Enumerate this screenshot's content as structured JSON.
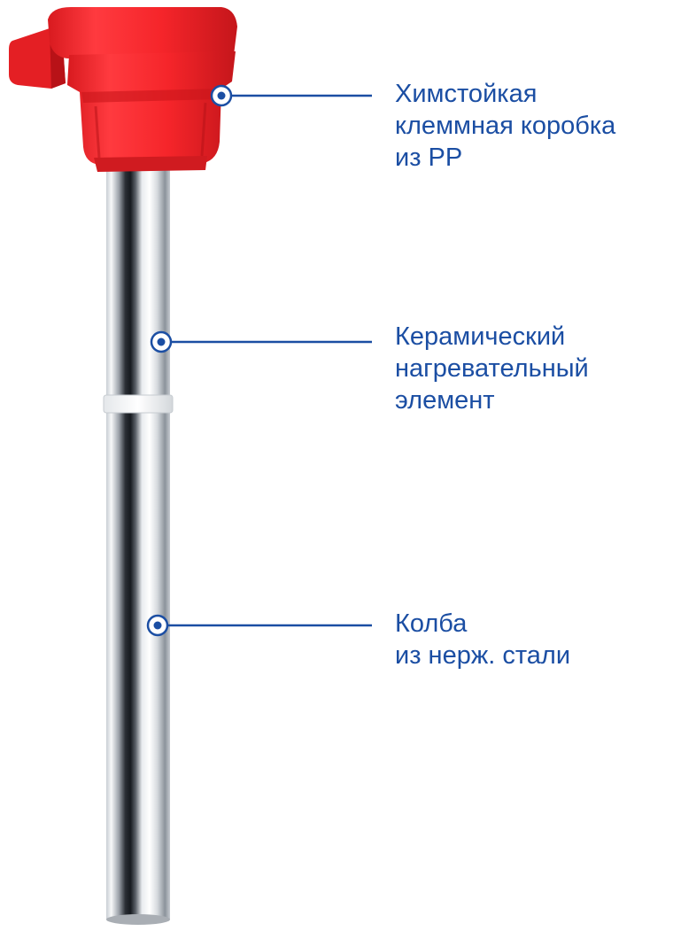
{
  "callouts": [
    {
      "lines": [
        "Химстойкая",
        "клеммная коробка",
        "из PP"
      ]
    },
    {
      "lines": [
        "Керамический",
        "нагревательный",
        "элемент"
      ]
    },
    {
      "lines": [
        "Колба",
        "из нерж. стали"
      ]
    }
  ],
  "colors": {
    "accent": "#1b4ea3",
    "terminal_box": "#f5252a",
    "terminal_box_shadow": "#c8151a",
    "tube_light": "#f2f4f6",
    "tube_dark": "#1c1f24"
  }
}
